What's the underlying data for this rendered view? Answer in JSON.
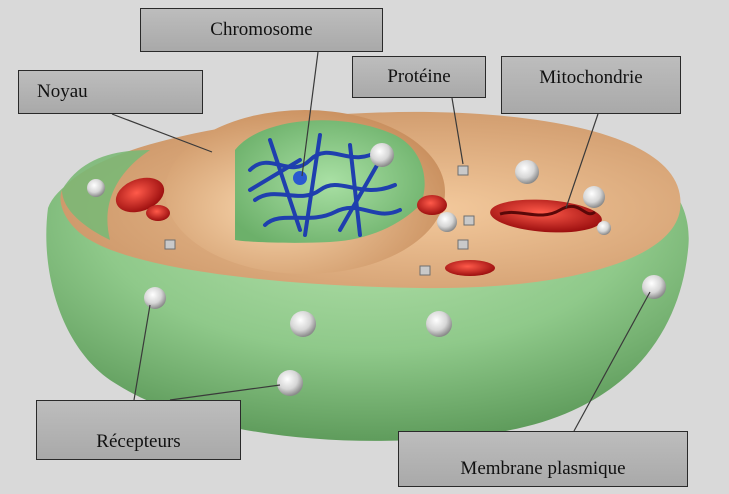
{
  "labels": {
    "chromosome": "Chromosome",
    "noyau": "Noyau",
    "proteine": "Protéine",
    "mitochondrie": "Mitochondrie",
    "recepteurs": "Récepteurs",
    "membrane": "Membrane plasmique"
  },
  "colors": {
    "background": "#d9d9d9",
    "membrane_green": "#8fc98a",
    "cytoplasm": "#e8b98f",
    "nucleus": "#efc49a",
    "chromatin": "#1f3fae",
    "mitochondria": "#c41a1a",
    "label_fill": "#b0b0b0"
  }
}
